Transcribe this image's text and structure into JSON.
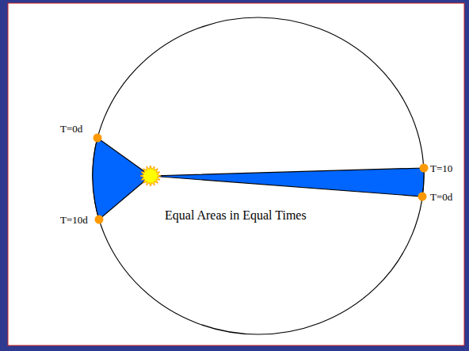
{
  "diagram": {
    "labels": [
      "T=0d",
      "T=10",
      "T=0d",
      "T=10d",
      "Equal Areas in Equal Times"
    ]
  }
}
